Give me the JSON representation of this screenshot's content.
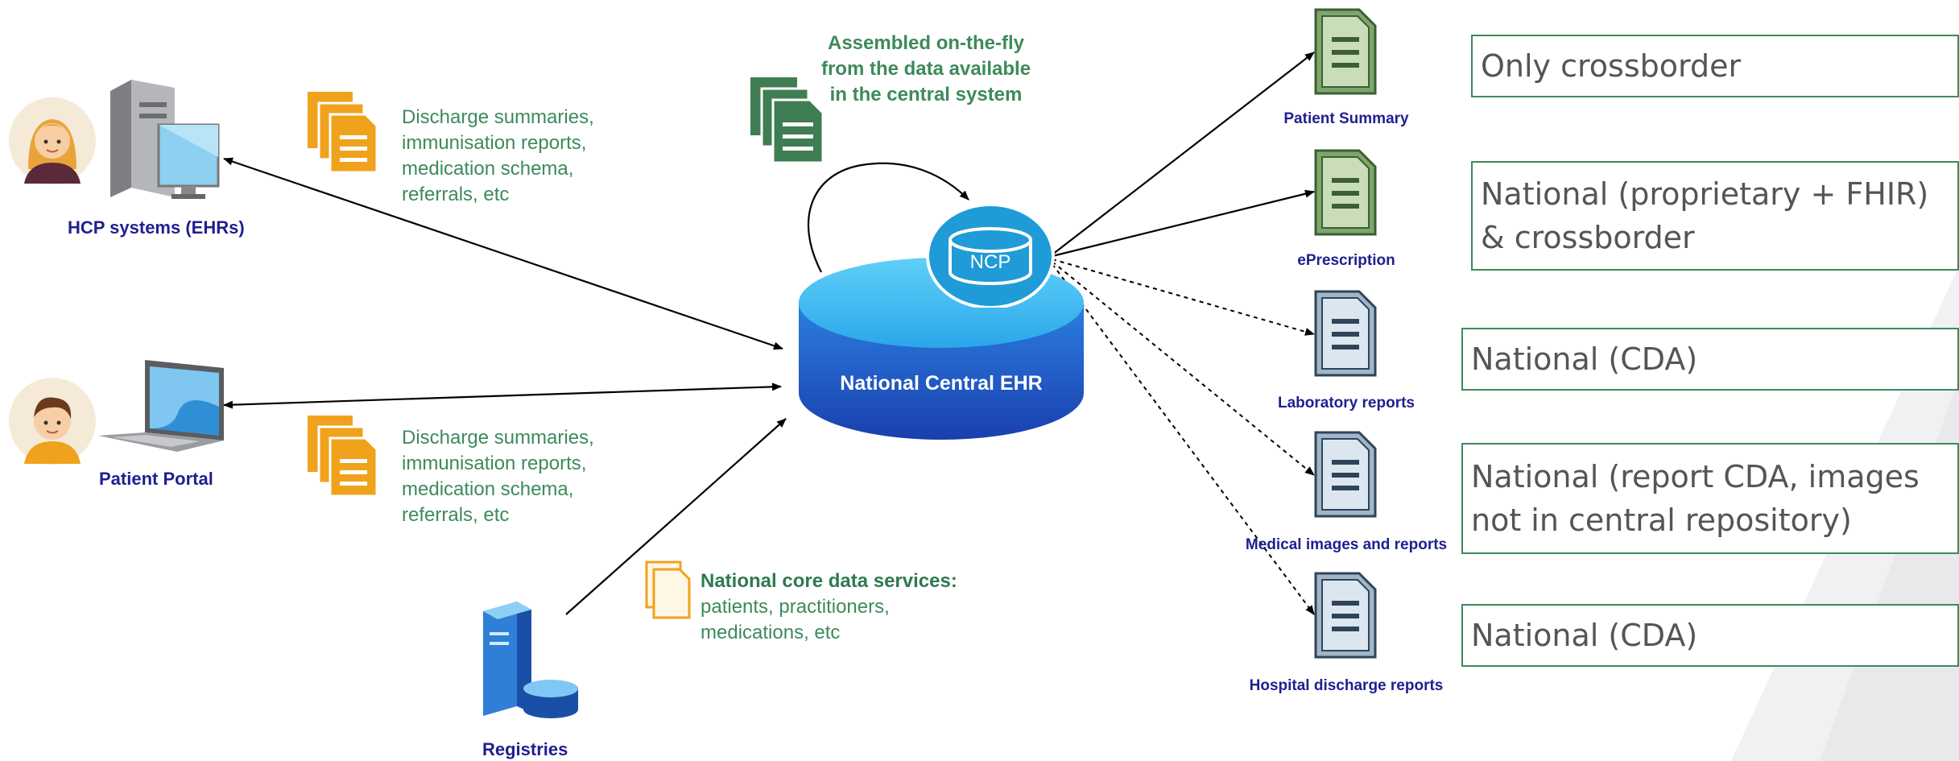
{
  "nodes": {
    "hcp_systems": "HCP systems (EHRs)",
    "patient_portal": "Patient Portal",
    "registries": "Registries",
    "central_ehr": "National Central EHR",
    "ncp": "NCP"
  },
  "notes": {
    "hcp_docs": [
      "Discharge summaries,",
      "immunisation reports,",
      "medication schema,",
      "referrals, etc"
    ],
    "portal_docs": [
      "Discharge summaries,",
      "immunisation reports,",
      "medication schema,",
      "referrals, etc"
    ],
    "assembled": [
      "Assembled on-the-fly",
      "from the data available",
      "in the central system"
    ],
    "core_title": "National core data services:",
    "core_items": [
      "patients, practitioners,",
      "medications, etc"
    ]
  },
  "documents": [
    {
      "label": "Patient Summary",
      "box_lines": [
        "Only crossborder"
      ]
    },
    {
      "label": "ePrescription",
      "box_lines": [
        "National (proprietary + FHIR)",
        "& crossborder"
      ]
    },
    {
      "label": "Laboratory reports",
      "box_lines": [
        "National (CDA)"
      ]
    },
    {
      "label": "Medical images and reports",
      "box_lines": [
        "National (report CDA, images",
        "not in central repository)"
      ]
    },
    {
      "label": "Hospital discharge reports",
      "box_lines": [
        "National (CDA)"
      ]
    }
  ],
  "colors": {
    "label_blue": "#1f1f8f",
    "note_green": "#3d8a5b",
    "box_border": "#3d8a5b",
    "doc_orange": "#f0a21c",
    "doc_green": "#3f7e52",
    "cylinder_blue": "#2a6fd6"
  }
}
